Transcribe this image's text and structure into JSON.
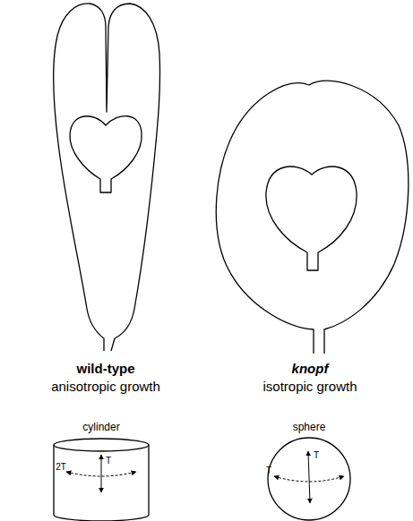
{
  "diagram": {
    "labels": [
      "wild-type",
      "anisotropic growth",
      "knopf",
      "isotropic growth",
      "cylinder",
      "T",
      "2T",
      "sphere",
      "T",
      "T"
    ]
  }
}
